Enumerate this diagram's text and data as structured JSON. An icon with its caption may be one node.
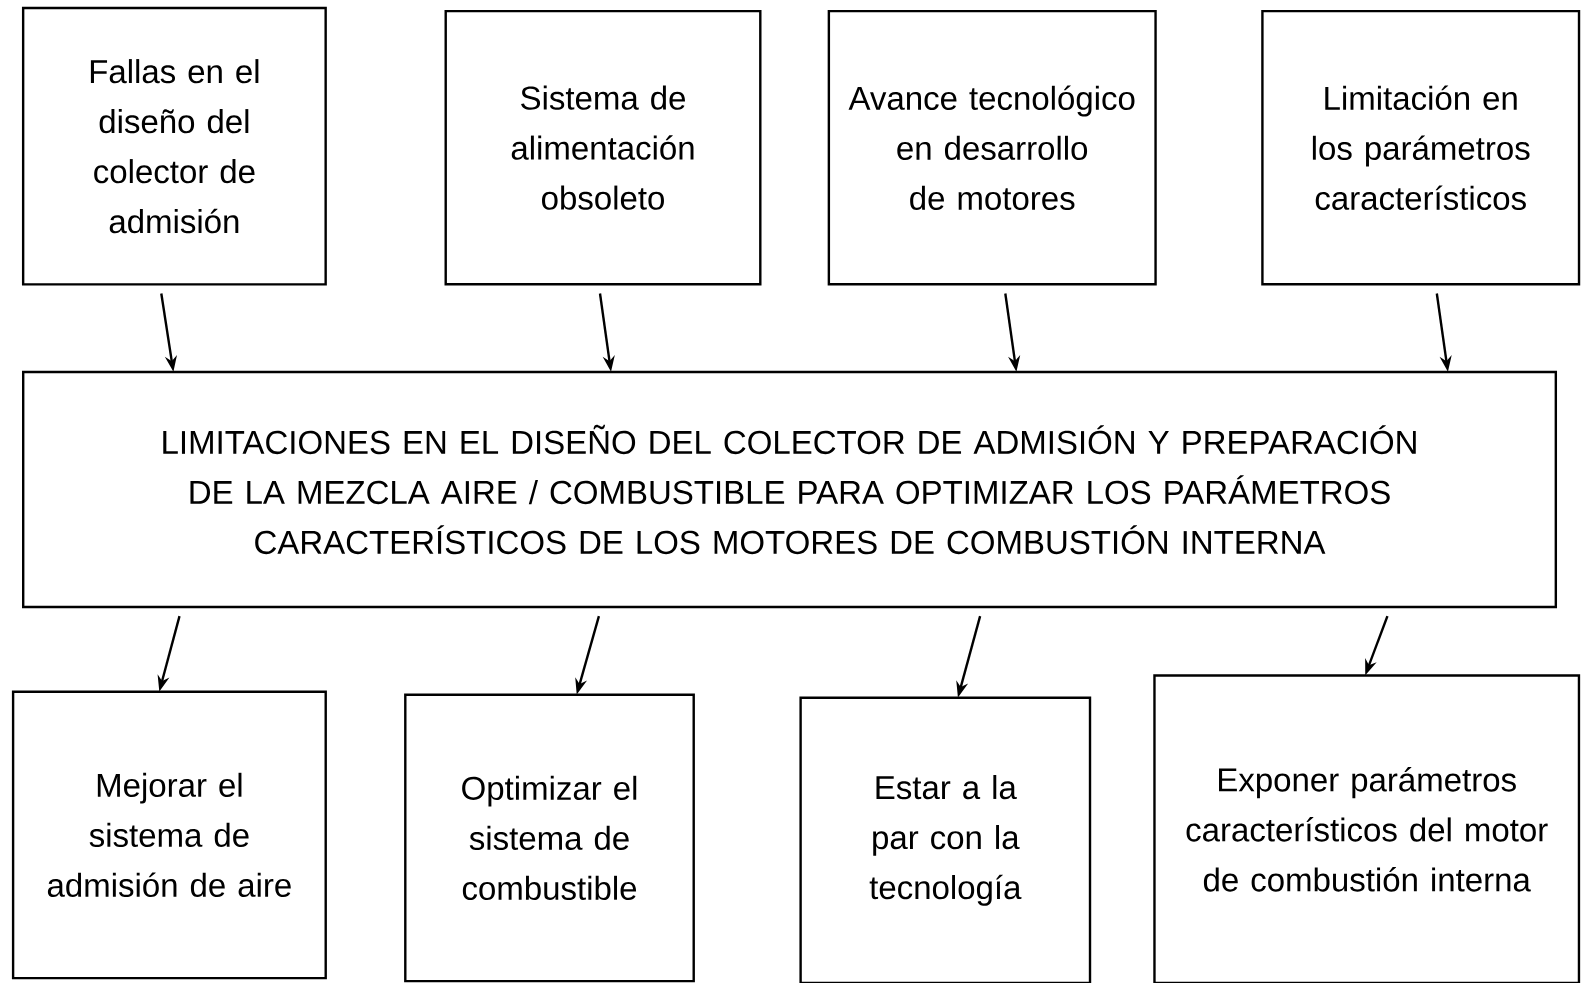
{
  "diagram": {
    "nodes": [
      {
        "text": [
          "Fallas en el diseño del colector de admisión"
        ]
      },
      {
        "text": [
          "Sistema de alimentación obsoleto"
        ]
      },
      {
        "text": [
          "Avance tecnológico en desarrollo de motores"
        ]
      },
      {
        "text": [
          "Limitación en los parámetros característicos"
        ]
      },
      {
        "text": [
          "LIMITACIONES EN EL DISEÑO DEL COLECTOR DE ADMISIÓN Y PREPARACIÓN DE LA MEZCLA AIRE / COMBUSTIBLE PARA OPTIMIZAR LOS PARÁMETROS CARACTERÍSTICOS DE LOS MOTORES DE COMBUSTIÓN INTERNA"
        ]
      },
      {
        "text": [
          "Mejorar el sistema de admisión de aire"
        ]
      },
      {
        "text": [
          "Optimizar el sistema de combustible"
        ]
      },
      {
        "text": [
          "Estar a la par con la tecnología"
        ]
      },
      {
        "text": [
          "Exponer parámetros característicos del motor de combustión interna"
        ]
      }
    ],
    "edges": [
      {
        "from": 0,
        "to": 4,
        "arrow": "to"
      },
      {
        "from": 1,
        "to": 4,
        "arrow": "to"
      },
      {
        "from": 2,
        "to": 4,
        "arrow": "to"
      },
      {
        "from": 3,
        "to": 4,
        "arrow": "to"
      },
      {
        "from": 4,
        "to": 5,
        "arrow": "to"
      },
      {
        "from": 4,
        "to": 6,
        "arrow": "to"
      },
      {
        "from": 4,
        "to": 7,
        "arrow": "to"
      },
      {
        "from": 4,
        "to": 8,
        "arrow": "to"
      }
    ]
  }
}
